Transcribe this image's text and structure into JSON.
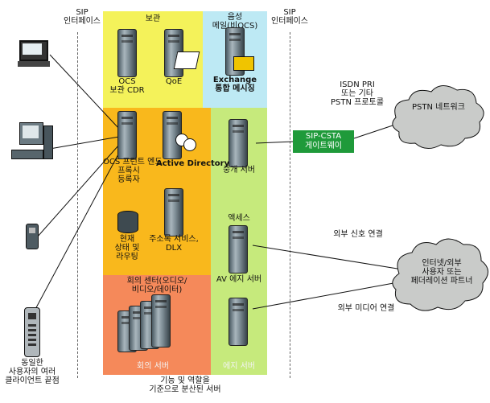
{
  "sip_left": "SIP\n인터페이스",
  "sip_right": "SIP\n인터페이스",
  "zones": {
    "storage_title": "보관",
    "voicemail_title": "음성\n메일(비OCS)",
    "exchange_label": "Exchange\n통합 메시징",
    "ocs_archive_label": "OCS\n보관 CDR",
    "qoe_label": "QoE",
    "ocs_frontend_label": "OCS 프런트 엔드\n프록시\n등록자",
    "active_directory_label": "Active Directory",
    "presence_label": "현재\n상태 및\n라우팅",
    "address_book_label": "주소록 서비스,\nDLX",
    "conferencing_label": "회의 센터(오디오/\n비디오/데이터)",
    "conf_server_label": "회의 서버",
    "mediation_label": "중개 서버",
    "access_label": "액세스",
    "av_edge_label": "AV 에지 서버",
    "edge_label": "에지 서버",
    "bottom_caption": "기능 및 역할을\n기준으로 분산된 서버"
  },
  "gateway_label": "SIP-CSTA\n게이트웨이",
  "isdn_label": "ISDN PRI\n또는 기타\nPSTN 프로토콜",
  "pstn_cloud": "PSTN 네트워크",
  "internet_cloud": "인터넷/외부\n사용자 또는\n페더레이션 파트너",
  "external_signal": "외부 신호 연결",
  "external_media": "외부 미디어 연결",
  "clients_caption": "동일한\n사용자의 여러\n클라이언트 끝점",
  "colors": {
    "yellow": "#f4f25a",
    "light_blue": "#bde9f4",
    "orange": "#f9b81c",
    "salmon": "#f5895a",
    "light_green": "#c6ea7c",
    "gateway_green": "#1f9a3a"
  },
  "icons": [
    "desktop-computer-icon",
    "workstation-icon",
    "mobile-phone-icon",
    "ip-phone-icon",
    "server-icon",
    "people-icon",
    "database-icon",
    "envelope-icon",
    "document-icon",
    "cloud-icon"
  ]
}
